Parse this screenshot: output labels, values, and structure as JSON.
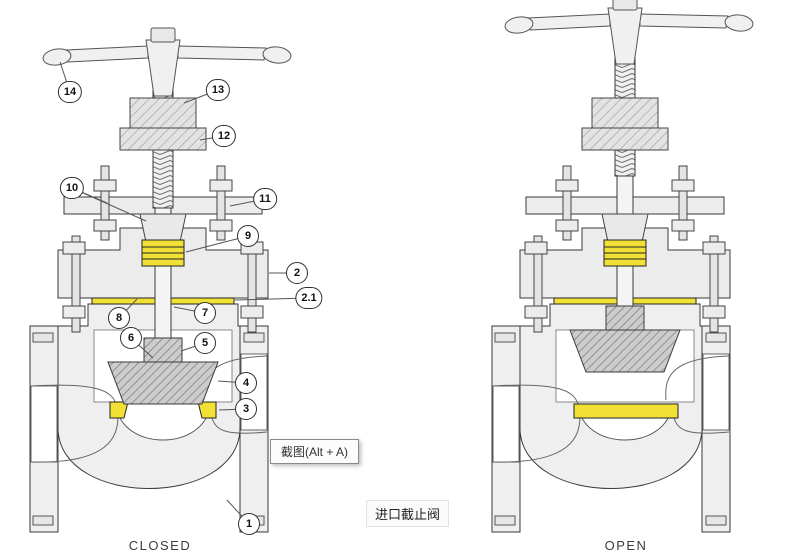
{
  "diagram": {
    "tooltip": "截图(Alt + A)",
    "center_label": "进口截止阀",
    "caption_closed": "CLOSED",
    "caption_open": "OPEN",
    "colors": {
      "seal_yellow": "#f2e135",
      "metal_light": "#efefef",
      "hatch_gray": "#cccccc",
      "outline": "#3a3a3a"
    },
    "callouts": [
      {
        "label": "14"
      },
      {
        "label": "13"
      },
      {
        "label": "12"
      },
      {
        "label": "10"
      },
      {
        "label": "11"
      },
      {
        "label": "9"
      },
      {
        "label": "2"
      },
      {
        "label": "2.1"
      },
      {
        "label": "8"
      },
      {
        "label": "7"
      },
      {
        "label": "6"
      },
      {
        "label": "5"
      },
      {
        "label": "4"
      },
      {
        "label": "3"
      },
      {
        "label": "1"
      }
    ]
  }
}
